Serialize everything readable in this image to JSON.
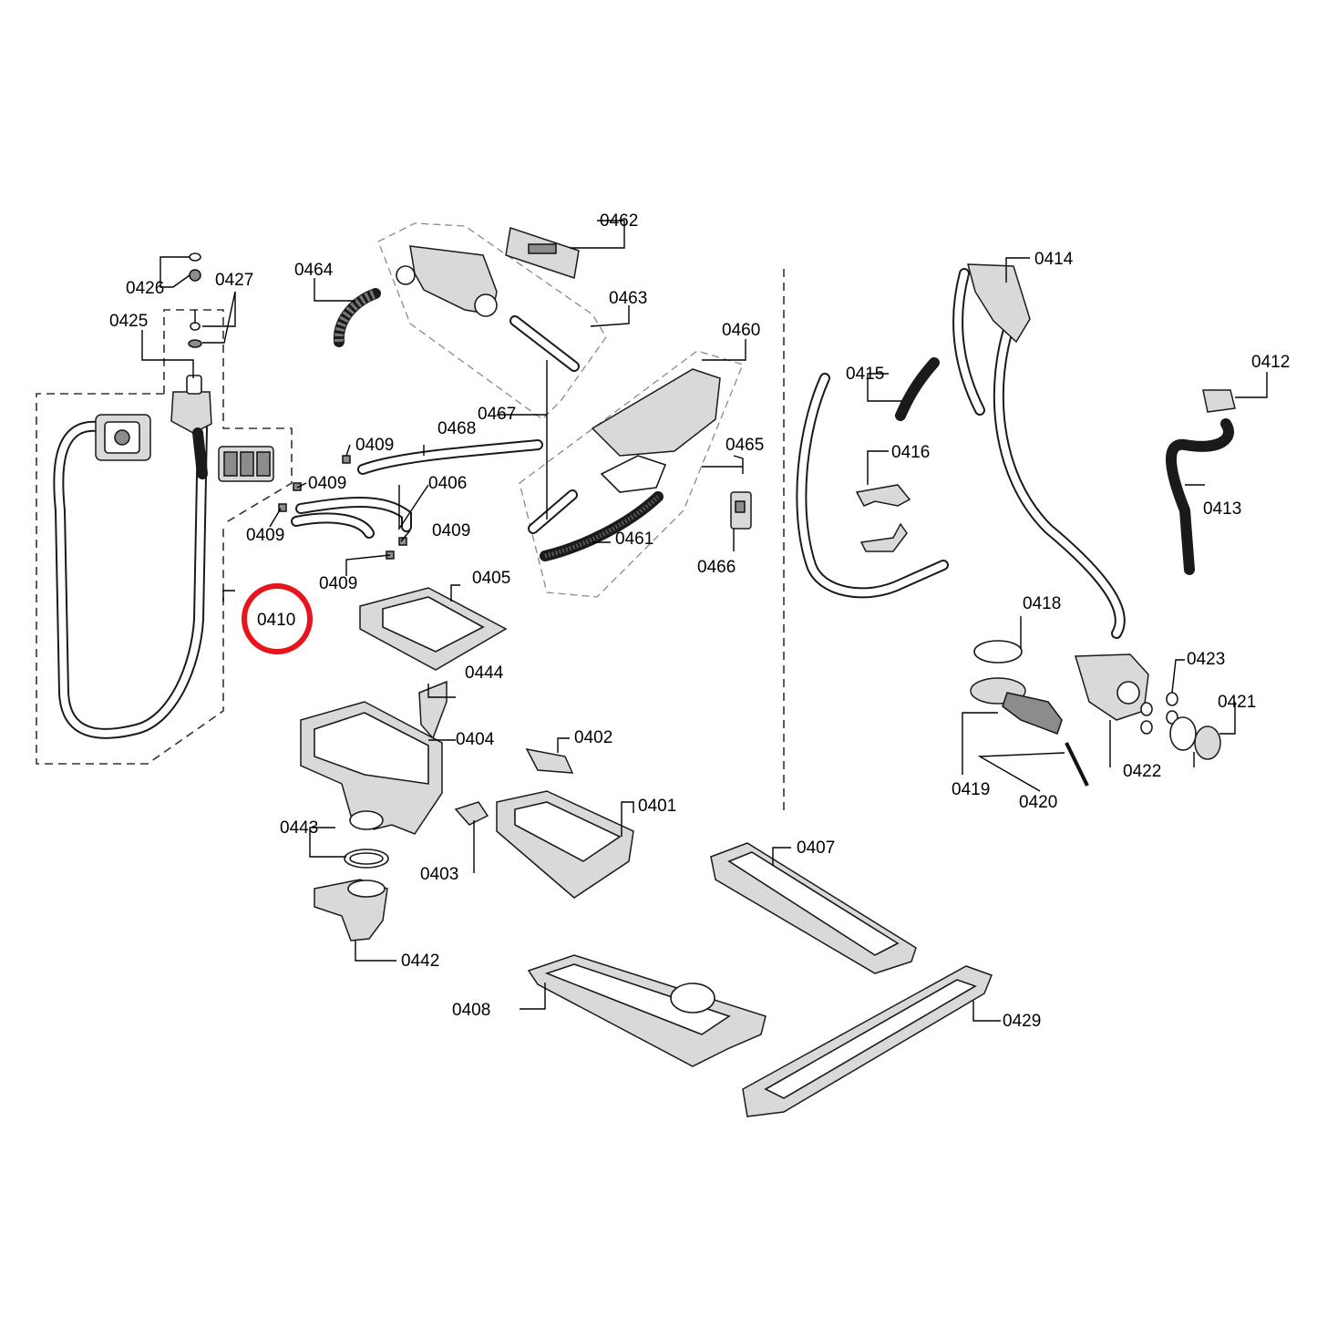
{
  "diagram": {
    "highlight_color": "#e8141c",
    "highlighted_label": "0410",
    "labels": {
      "l0426": "0426",
      "l0427": "0427",
      "l0425": "0425",
      "l0464": "0464",
      "l0462": "0462",
      "l0463": "0463",
      "l0460": "0460",
      "l0467": "0467",
      "l0468": "0468",
      "l0409a": "0409",
      "l0409b": "0409",
      "l0409c": "0409",
      "l0409d": "0409",
      "l0409e": "0409",
      "l0406": "0406",
      "l0465": "0465",
      "l0461": "0461",
      "l0466": "0466",
      "l0410": "0410",
      "l0405": "0405",
      "l0444": "0444",
      "l0404": "0404",
      "l0402": "0402",
      "l0401": "0401",
      "l0443": "0443",
      "l0403": "0403",
      "l0442": "0442",
      "l0407": "0407",
      "l0408": "0408",
      "l0429": "0429",
      "l0414": "0414",
      "l0415": "0415",
      "l0416": "0416",
      "l0412": "0412",
      "l0413": "0413",
      "l0418": "0418",
      "l0423": "0423",
      "l0421": "0421",
      "l0419": "0419",
      "l0420": "0420",
      "l0422": "0422"
    }
  }
}
